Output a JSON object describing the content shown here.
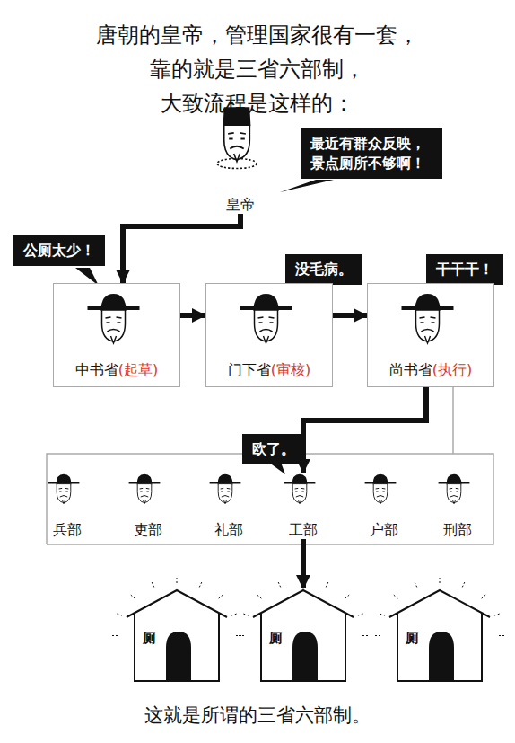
{
  "diagram": {
    "title": "唐朝的皇帝，管理国家很有一套， 靠的就是三省六部制，大致流程是这样的：",
    "caption": "这就是所谓的三省六部制。",
    "nodes": [
      {
        "text": [
          "皇帝"
        ]
      },
      {
        "text": [
          "最近有群众反映， 景点厕所不够啊！"
        ]
      },
      {
        "text": [
          "公厕太少！"
        ]
      },
      {
        "text": [
          "中书省",
          "(起草)"
        ]
      },
      {
        "text": [
          "没毛病。"
        ]
      },
      {
        "text": [
          "门下省",
          "(审核)"
        ]
      },
      {
        "text": [
          "干干干！"
        ]
      },
      {
        "text": [
          "尚书省",
          "(执行)"
        ]
      },
      {
        "text": [
          "欧了。"
        ]
      },
      {
        "text": [
          "兵部"
        ]
      },
      {
        "text": [
          "吏部"
        ]
      },
      {
        "text": [
          "礼部"
        ]
      },
      {
        "text": [
          "工部"
        ]
      },
      {
        "text": [
          "户部"
        ]
      },
      {
        "text": [
          "刑部"
        ]
      },
      {
        "text": [
          "厕"
        ]
      },
      {
        "text": [
          "厕"
        ]
      },
      {
        "text": [
          "厕"
        ]
      }
    ],
    "edges": [
      {
        "from": 0,
        "to": 3,
        "arrow": "to"
      },
      {
        "from": 3,
        "to": 5,
        "arrow": "to"
      },
      {
        "from": 5,
        "to": 7,
        "arrow": "to"
      },
      {
        "from": 7,
        "to": 12,
        "arrow": "to"
      },
      {
        "from": 12,
        "to": 16,
        "arrow": "to"
      }
    ]
  }
}
